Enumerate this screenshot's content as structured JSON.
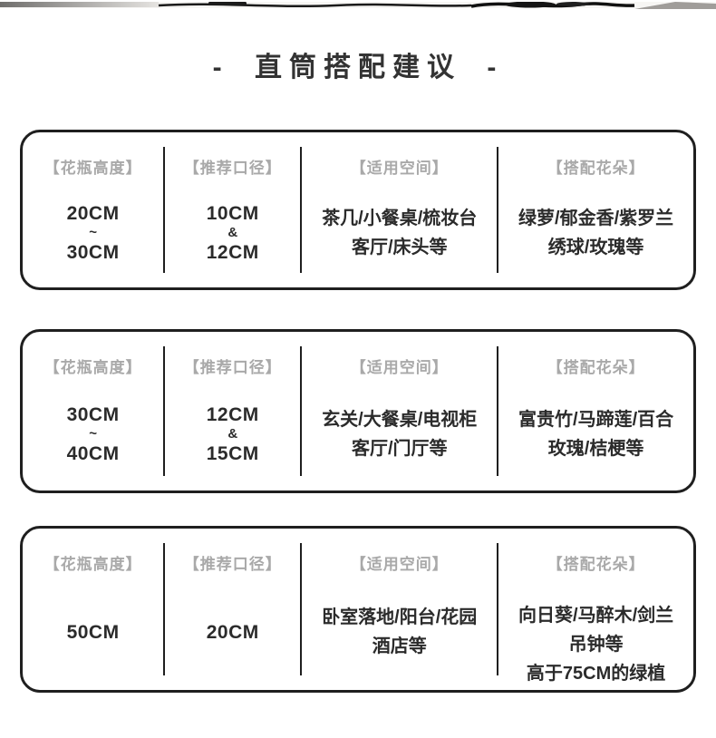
{
  "page_title": "- 直筒搭配建议 -",
  "colors": {
    "text_dark": "#2b2b2b",
    "label_gray": "#a9a9a9",
    "border_dark": "#1f1f1f"
  },
  "cards": [
    {
      "columns": [
        {
          "label": "【花瓶高度】",
          "lines": [
            "20CM",
            "~",
            "30CM"
          ]
        },
        {
          "label": "【推荐口径】",
          "lines": [
            "10CM",
            "&",
            "12CM"
          ]
        },
        {
          "label": "【适用空间】",
          "lines": [
            "茶几/小餐桌/梳妆台",
            "客厅/床头等"
          ]
        },
        {
          "label": "【搭配花朵】",
          "lines": [
            "绿萝/郁金香/紫罗兰",
            "绣球/玫瑰等"
          ]
        }
      ]
    },
    {
      "columns": [
        {
          "label": "【花瓶高度】",
          "lines": [
            "30CM",
            "~",
            "40CM"
          ]
        },
        {
          "label": "【推荐口径】",
          "lines": [
            "12CM",
            "&",
            "15CM"
          ]
        },
        {
          "label": "【适用空间】",
          "lines": [
            "玄关/大餐桌/电视柜",
            "客厅/门厅等"
          ]
        },
        {
          "label": "【搭配花朵】",
          "lines": [
            "富贵竹/马蹄莲/百合",
            "玫瑰/桔梗等"
          ]
        }
      ]
    },
    {
      "columns": [
        {
          "label": "【花瓶高度】",
          "lines": [
            "50CM"
          ]
        },
        {
          "label": "【推荐口径】",
          "lines": [
            "20CM"
          ]
        },
        {
          "label": "【适用空间】",
          "lines": [
            "卧室落地/阳台/花园",
            "酒店等"
          ]
        },
        {
          "label": "【搭配花朵】",
          "lines": [
            "向日葵/马醉木/剑兰",
            "吊钟等",
            "高于75CM的绿植"
          ]
        }
      ]
    }
  ]
}
